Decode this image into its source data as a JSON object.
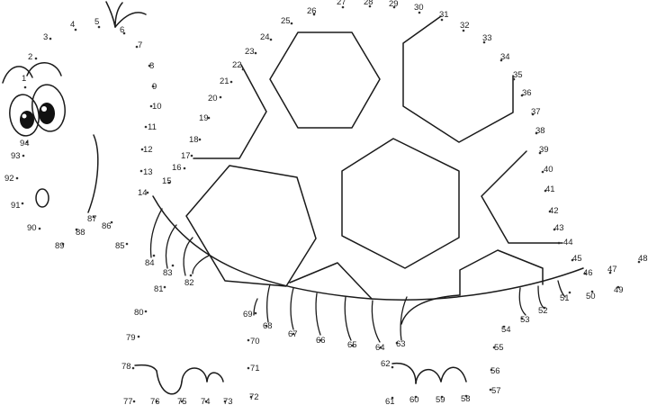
{
  "labels": [
    "1",
    "2",
    "3",
    "4",
    "5",
    "6",
    "7",
    "8",
    "9",
    "10",
    "11",
    "12",
    "13",
    "14",
    "15",
    "16",
    "17",
    "18",
    "19",
    "20",
    "21",
    "22",
    "23",
    "24",
    "25",
    "26",
    "27",
    "28",
    "29",
    "30",
    "31",
    "32",
    "33",
    "34",
    "35",
    "36",
    "37",
    "38",
    "39",
    "40",
    "41",
    "42",
    "43",
    "44",
    "45",
    "46",
    "47",
    "48",
    "49",
    "50",
    "51",
    "52",
    "53",
    "54",
    "55",
    "56",
    "57",
    "58",
    "59",
    "60",
    "61",
    "62",
    "63",
    "64",
    "65",
    "66",
    "67",
    "68",
    "69",
    "70",
    "71",
    "72",
    "73",
    "74",
    "75",
    "76",
    "77",
    "78",
    "79",
    "80",
    "81",
    "82",
    "83",
    "84",
    "85",
    "86",
    "87",
    "88",
    "89",
    "90",
    "91",
    "92",
    "93",
    "94"
  ]
}
